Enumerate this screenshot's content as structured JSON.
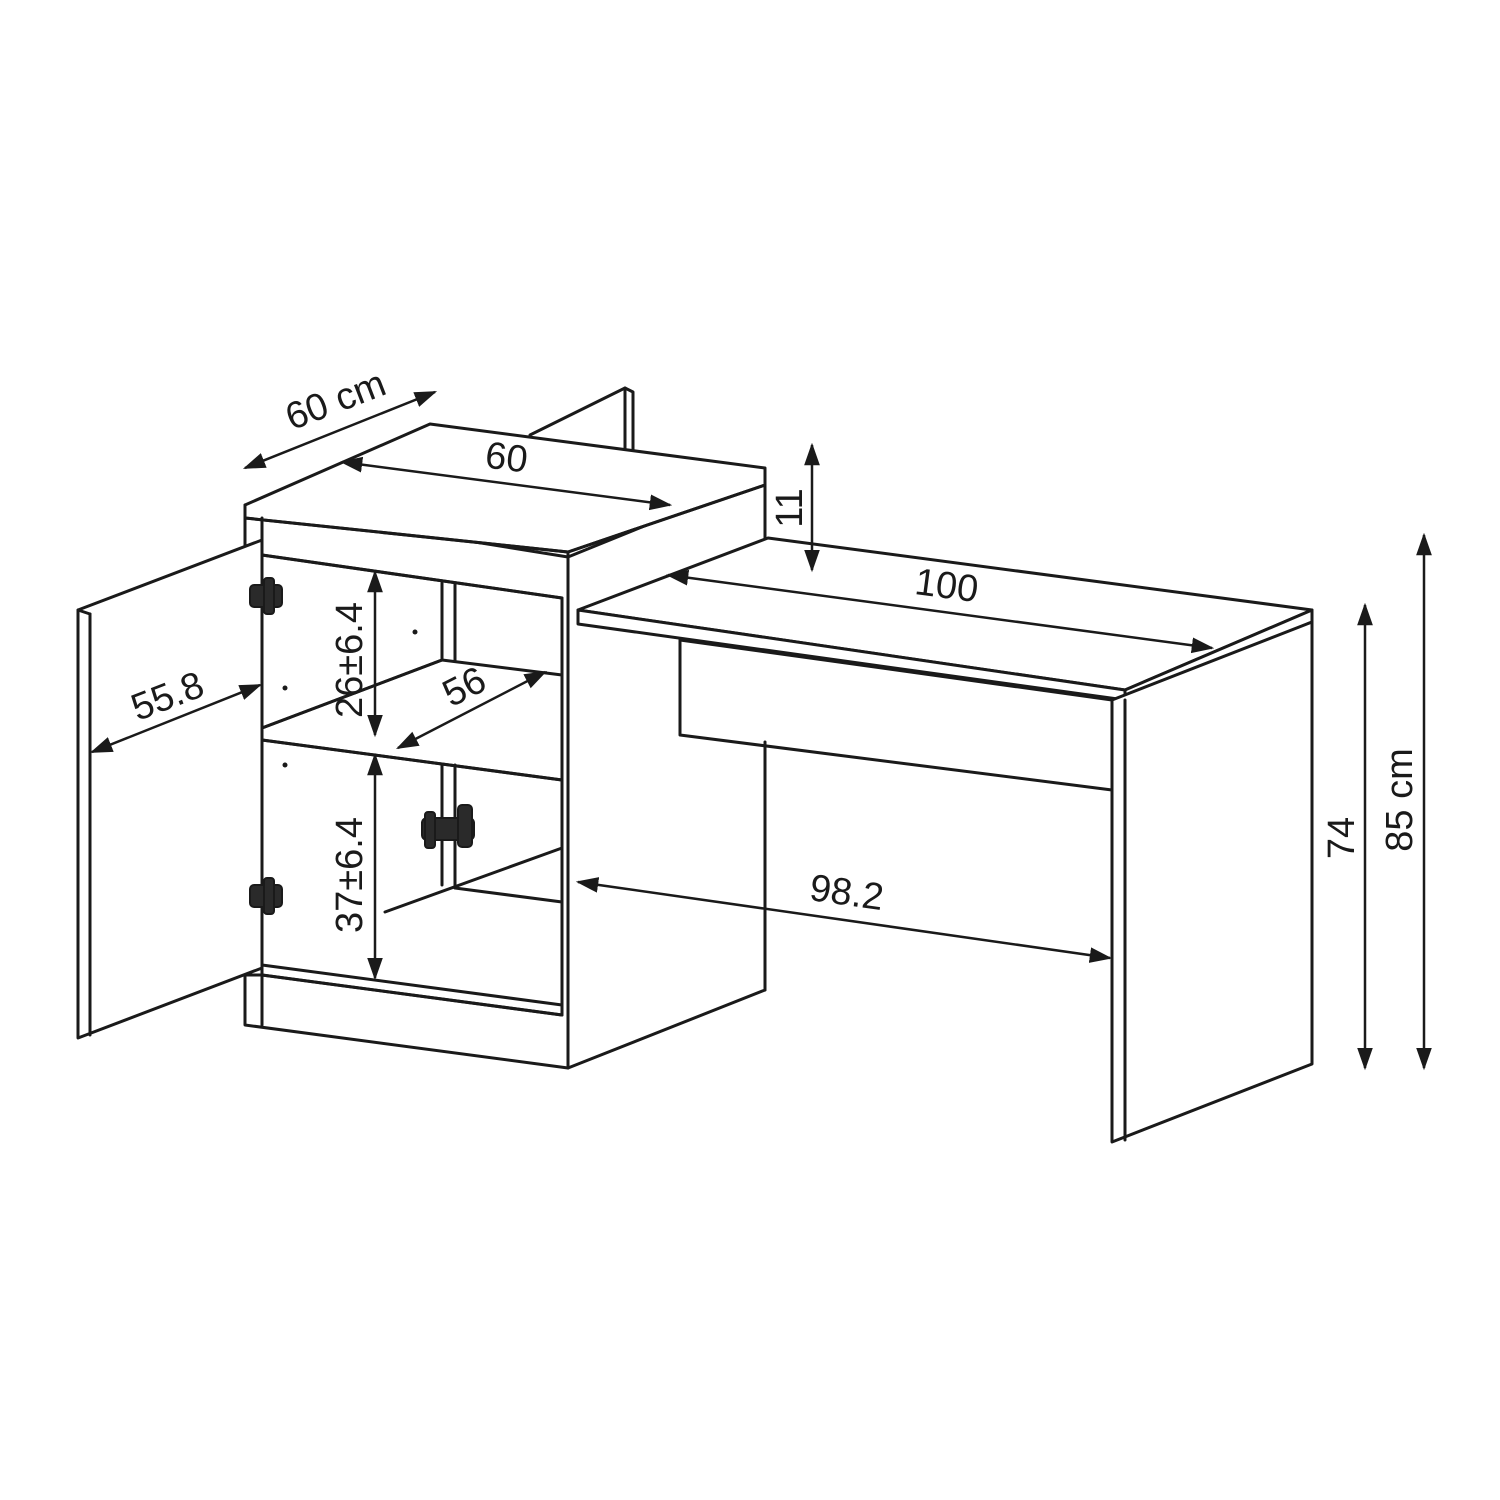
{
  "diagram": {
    "subject": "L-shaped desk with cabinet",
    "accent_color": "#1a1a1a",
    "background_color": "#ffffff",
    "dimensions": {
      "cabinet_depth": "60 cm",
      "cabinet_width": "60",
      "top_offset": "11",
      "desk_width": "100",
      "door_width": "55.8",
      "upper_shelf": "26±6.4",
      "shelf_depth": "56",
      "lower_shelf": "37±6.4",
      "knee_space": "98.2",
      "desk_height": "74",
      "total_height": "85 cm"
    }
  }
}
